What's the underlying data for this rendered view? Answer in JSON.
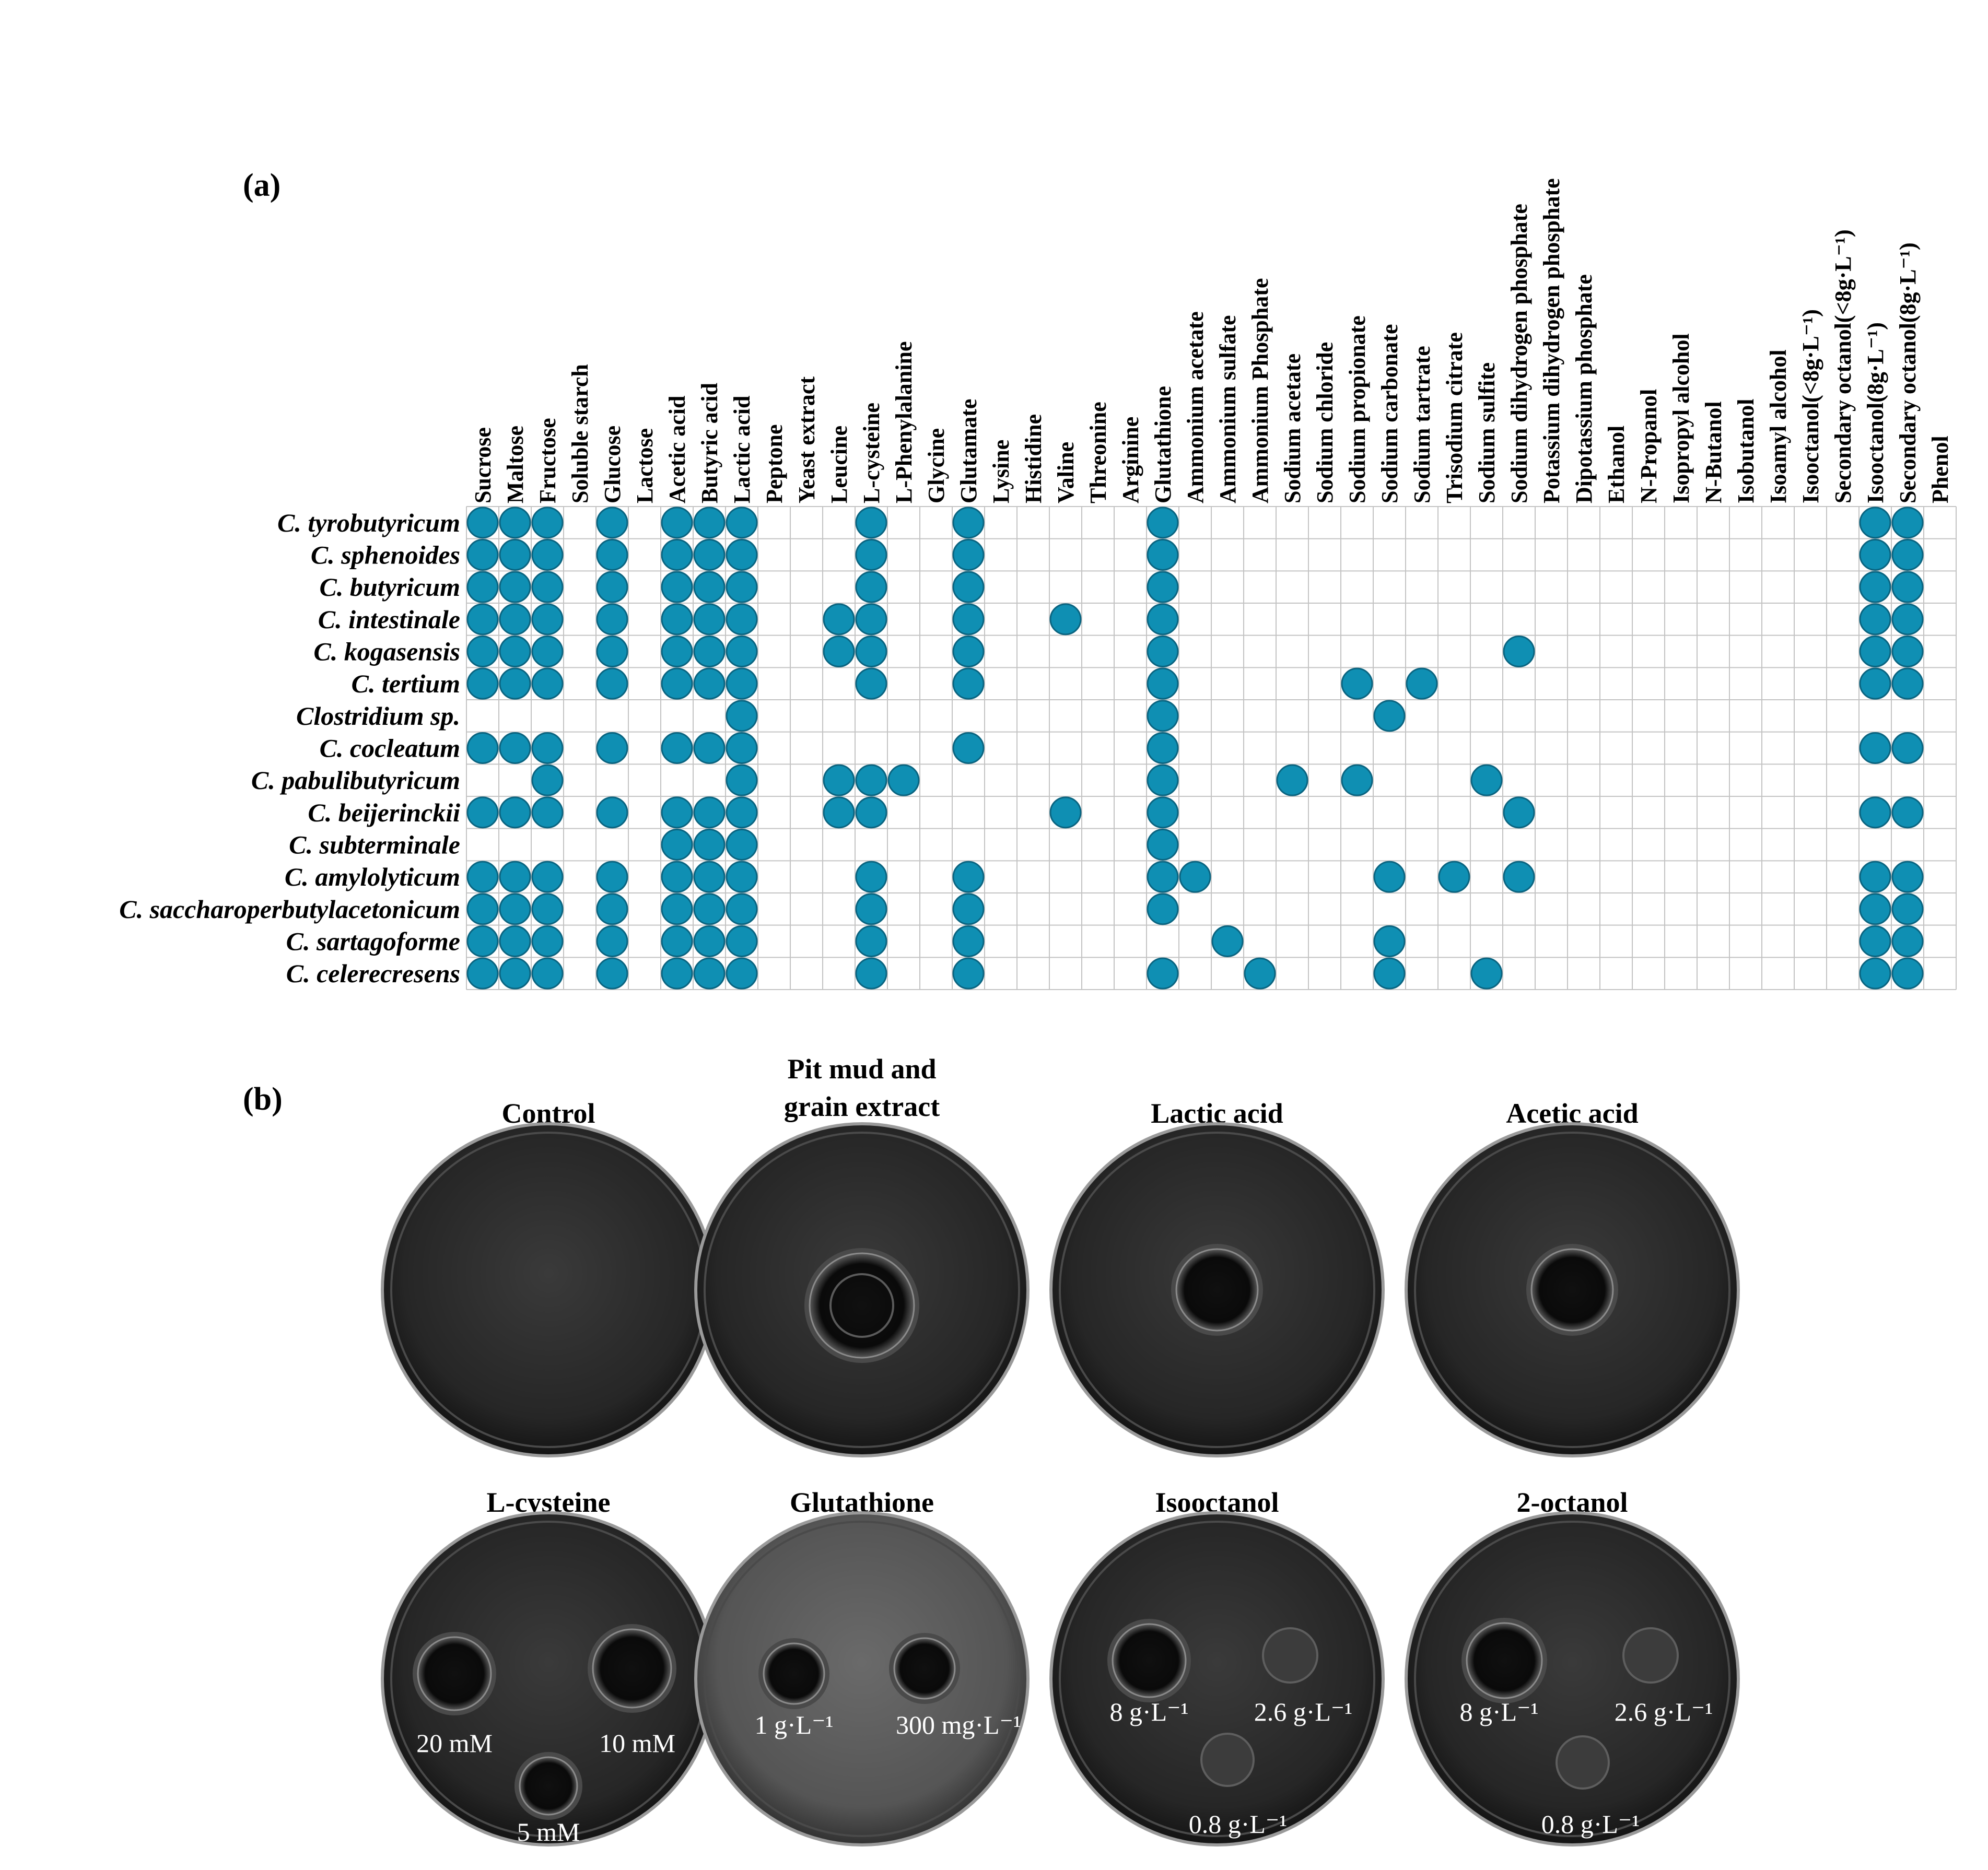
{
  "panel_a_label": "(a)",
  "panel_b_label": "(b)",
  "chart_data": {
    "type": "table",
    "columns": [
      "Sucrose",
      "Maltose",
      "Fructose",
      "Soluble starch",
      "Glucose",
      "Lactose",
      "Acetic acid",
      "Butyric acid",
      "Lactic acid",
      "Peptone",
      "Yeast extract",
      "Leucine",
      "L-cysteine",
      "L-Phenylalanine",
      "Glycine",
      "Glutamate",
      "Lysine",
      "Histidine",
      "Valine",
      "Threonine",
      "Arginine",
      "Glutathione",
      "Ammonium acetate",
      "Ammonium sulfate",
      "Ammonium Phosphate",
      "Sodium acetate",
      "Sodium chloride",
      "Sodium propionate",
      "Sodium carbonate",
      "Sodium tartrate",
      "Trisodium citrate",
      "Sodium sulfite",
      "Sodium dihydrogen phosphate",
      "Potassium dihydrogen phosphate",
      "Dipotassium phosphate",
      "Ethanol",
      "N-Propanol",
      "Isopropyl alcohol",
      "N-Butanol",
      "Isobutanol",
      "Isoamyl alcohol",
      "Isooctanol(<8g·L⁻¹)",
      "Secondary octanol(<8g·L⁻¹)",
      "Isooctanol(8g·L⁻¹)",
      "Secondary octanol(8g·L⁻¹)",
      "Phenol"
    ],
    "rows": [
      "C. tyrobutyricum",
      "C. sphenoides",
      "C. butyricum",
      "C. intestinale",
      "C. kogasensis",
      "C. tertium",
      "Clostridium sp.",
      "C. cocleatum",
      "C. pabulibutyricum",
      "C. beijerinckii",
      "C. subterminale",
      "C. amylolyticum",
      "C. saccharoperbutylacetonicum",
      "C. sartagoforme",
      "C. celerecresens"
    ],
    "positive": [
      [
        0,
        1,
        2,
        4,
        6,
        7,
        8,
        12,
        15,
        21,
        43,
        44
      ],
      [
        0,
        1,
        2,
        4,
        6,
        7,
        8,
        12,
        15,
        21,
        43,
        44
      ],
      [
        0,
        1,
        2,
        4,
        6,
        7,
        8,
        12,
        15,
        21,
        43,
        44
      ],
      [
        0,
        1,
        2,
        4,
        6,
        7,
        8,
        11,
        12,
        15,
        18,
        21,
        43,
        44
      ],
      [
        0,
        1,
        2,
        4,
        6,
        7,
        8,
        11,
        12,
        15,
        21,
        32,
        43,
        44
      ],
      [
        0,
        1,
        2,
        4,
        6,
        7,
        8,
        12,
        15,
        21,
        27,
        29,
        43,
        44
      ],
      [
        8,
        21,
        28
      ],
      [
        0,
        1,
        2,
        4,
        6,
        7,
        8,
        15,
        21,
        43,
        44
      ],
      [
        2,
        8,
        11,
        12,
        13,
        21,
        25,
        27,
        31
      ],
      [
        0,
        1,
        2,
        4,
        6,
        7,
        8,
        11,
        12,
        18,
        21,
        32,
        43,
        44
      ],
      [
        6,
        7,
        8,
        21
      ],
      [
        0,
        1,
        2,
        4,
        6,
        7,
        8,
        12,
        15,
        21,
        22,
        28,
        30,
        32,
        43,
        44
      ],
      [
        0,
        1,
        2,
        4,
        6,
        7,
        8,
        12,
        15,
        21,
        43,
        44
      ],
      [
        0,
        1,
        2,
        4,
        6,
        7,
        8,
        12,
        15,
        23,
        28,
        43,
        44
      ],
      [
        0,
        1,
        2,
        4,
        6,
        7,
        8,
        12,
        15,
        21,
        24,
        28,
        31,
        43,
        44
      ]
    ],
    "marker_color": "#0f8fb3"
  },
  "plates_row1": [
    {
      "title_lines": [
        "Control"
      ],
      "concentrations": []
    },
    {
      "title_lines": [
        "Pit mud and",
        "grain extract"
      ],
      "concentrations": []
    },
    {
      "title_lines": [
        "Lactic acid"
      ],
      "concentrations": []
    },
    {
      "title_lines": [
        "Acetic acid"
      ],
      "concentrations": []
    }
  ],
  "plates_row2": [
    {
      "title_lines": [
        "L-cysteine"
      ],
      "concentrations": [
        "20 mM",
        "10 mM",
        "5 mM"
      ]
    },
    {
      "title_lines": [
        "Glutathione"
      ],
      "concentrations": [
        "1 g·L⁻¹",
        "300 mg·L⁻¹"
      ]
    },
    {
      "title_lines": [
        "Isooctanol"
      ],
      "concentrations": [
        "8 g·L⁻¹",
        "2.6 g·L⁻¹",
        "0.8 g·L⁻¹"
      ]
    },
    {
      "title_lines": [
        "2-octanol"
      ],
      "concentrations": [
        "8 g·L⁻¹",
        "2.6 g·L⁻¹",
        "0.8 g·L⁻¹"
      ]
    }
  ]
}
